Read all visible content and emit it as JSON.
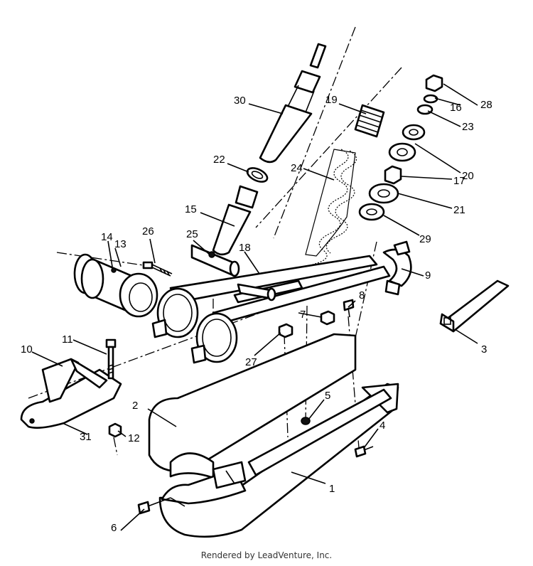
{
  "callouts": [
    {
      "id": "1",
      "text": "1"
    },
    {
      "id": "2",
      "text": "2"
    },
    {
      "id": "3",
      "text": "3"
    },
    {
      "id": "4",
      "text": "4"
    },
    {
      "id": "5",
      "text": "5"
    },
    {
      "id": "6",
      "text": "6"
    },
    {
      "id": "7",
      "text": "7"
    },
    {
      "id": "8",
      "text": "8"
    },
    {
      "id": "9",
      "text": "9"
    },
    {
      "id": "10",
      "text": "10"
    },
    {
      "id": "11",
      "text": "11"
    },
    {
      "id": "12",
      "text": "12"
    },
    {
      "id": "13",
      "text": "13"
    },
    {
      "id": "14",
      "text": "14"
    },
    {
      "id": "15",
      "text": "15"
    },
    {
      "id": "16",
      "text": "16"
    },
    {
      "id": "17",
      "text": "17"
    },
    {
      "id": "18",
      "text": "18"
    },
    {
      "id": "19",
      "text": "19"
    },
    {
      "id": "20",
      "text": "20"
    },
    {
      "id": "21",
      "text": "21"
    },
    {
      "id": "22",
      "text": "22"
    },
    {
      "id": "23",
      "text": "23"
    },
    {
      "id": "24",
      "text": "24"
    },
    {
      "id": "25",
      "text": "25"
    },
    {
      "id": "26",
      "text": "26"
    },
    {
      "id": "27",
      "text": "27"
    },
    {
      "id": "28",
      "text": "28"
    },
    {
      "id": "29",
      "text": "29"
    },
    {
      "id": "30",
      "text": "30"
    },
    {
      "id": "31",
      "text": "31"
    }
  ],
  "footer": "Rendered by LeadVenture, Inc.",
  "colors": {
    "ink": "#000000",
    "paper": "#ffffff"
  }
}
